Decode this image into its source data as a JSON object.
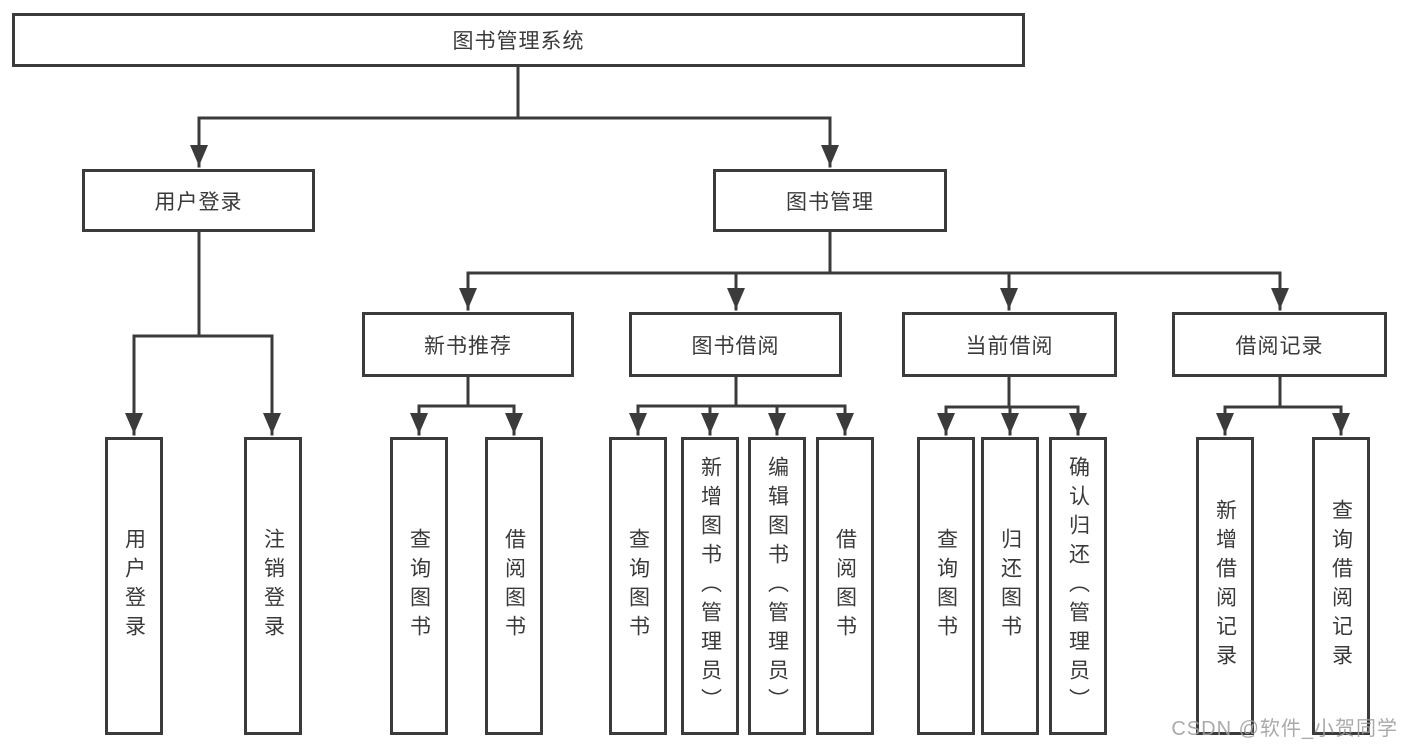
{
  "watermark": "CSDN @软件_小贺同学",
  "colors": {
    "line": "#3b3b3b",
    "text": "#3a3a3a",
    "background": "#ffffff",
    "watermark": "#9e9e9e"
  },
  "tree": {
    "label": "图书管理系统",
    "children": [
      {
        "label": "用户登录",
        "children": [
          {
            "label": "用户登录"
          },
          {
            "label": "注销登录"
          }
        ]
      },
      {
        "label": "图书管理",
        "children": [
          {
            "label": "新书推荐",
            "children": [
              {
                "label": "查询图书"
              },
              {
                "label": "借阅图书"
              }
            ]
          },
          {
            "label": "图书借阅",
            "children": [
              {
                "label": "查询图书"
              },
              {
                "label": "新增图书（管理员）"
              },
              {
                "label": "编辑图书（管理员）"
              },
              {
                "label": "借阅图书"
              }
            ]
          },
          {
            "label": "当前借阅",
            "children": [
              {
                "label": "查询图书"
              },
              {
                "label": "归还图书"
              },
              {
                "label": "确认归还（管理员）"
              }
            ]
          },
          {
            "label": "借阅记录",
            "children": [
              {
                "label": "新增借阅记录"
              },
              {
                "label": "查询借阅记录"
              }
            ]
          }
        ]
      }
    ]
  }
}
